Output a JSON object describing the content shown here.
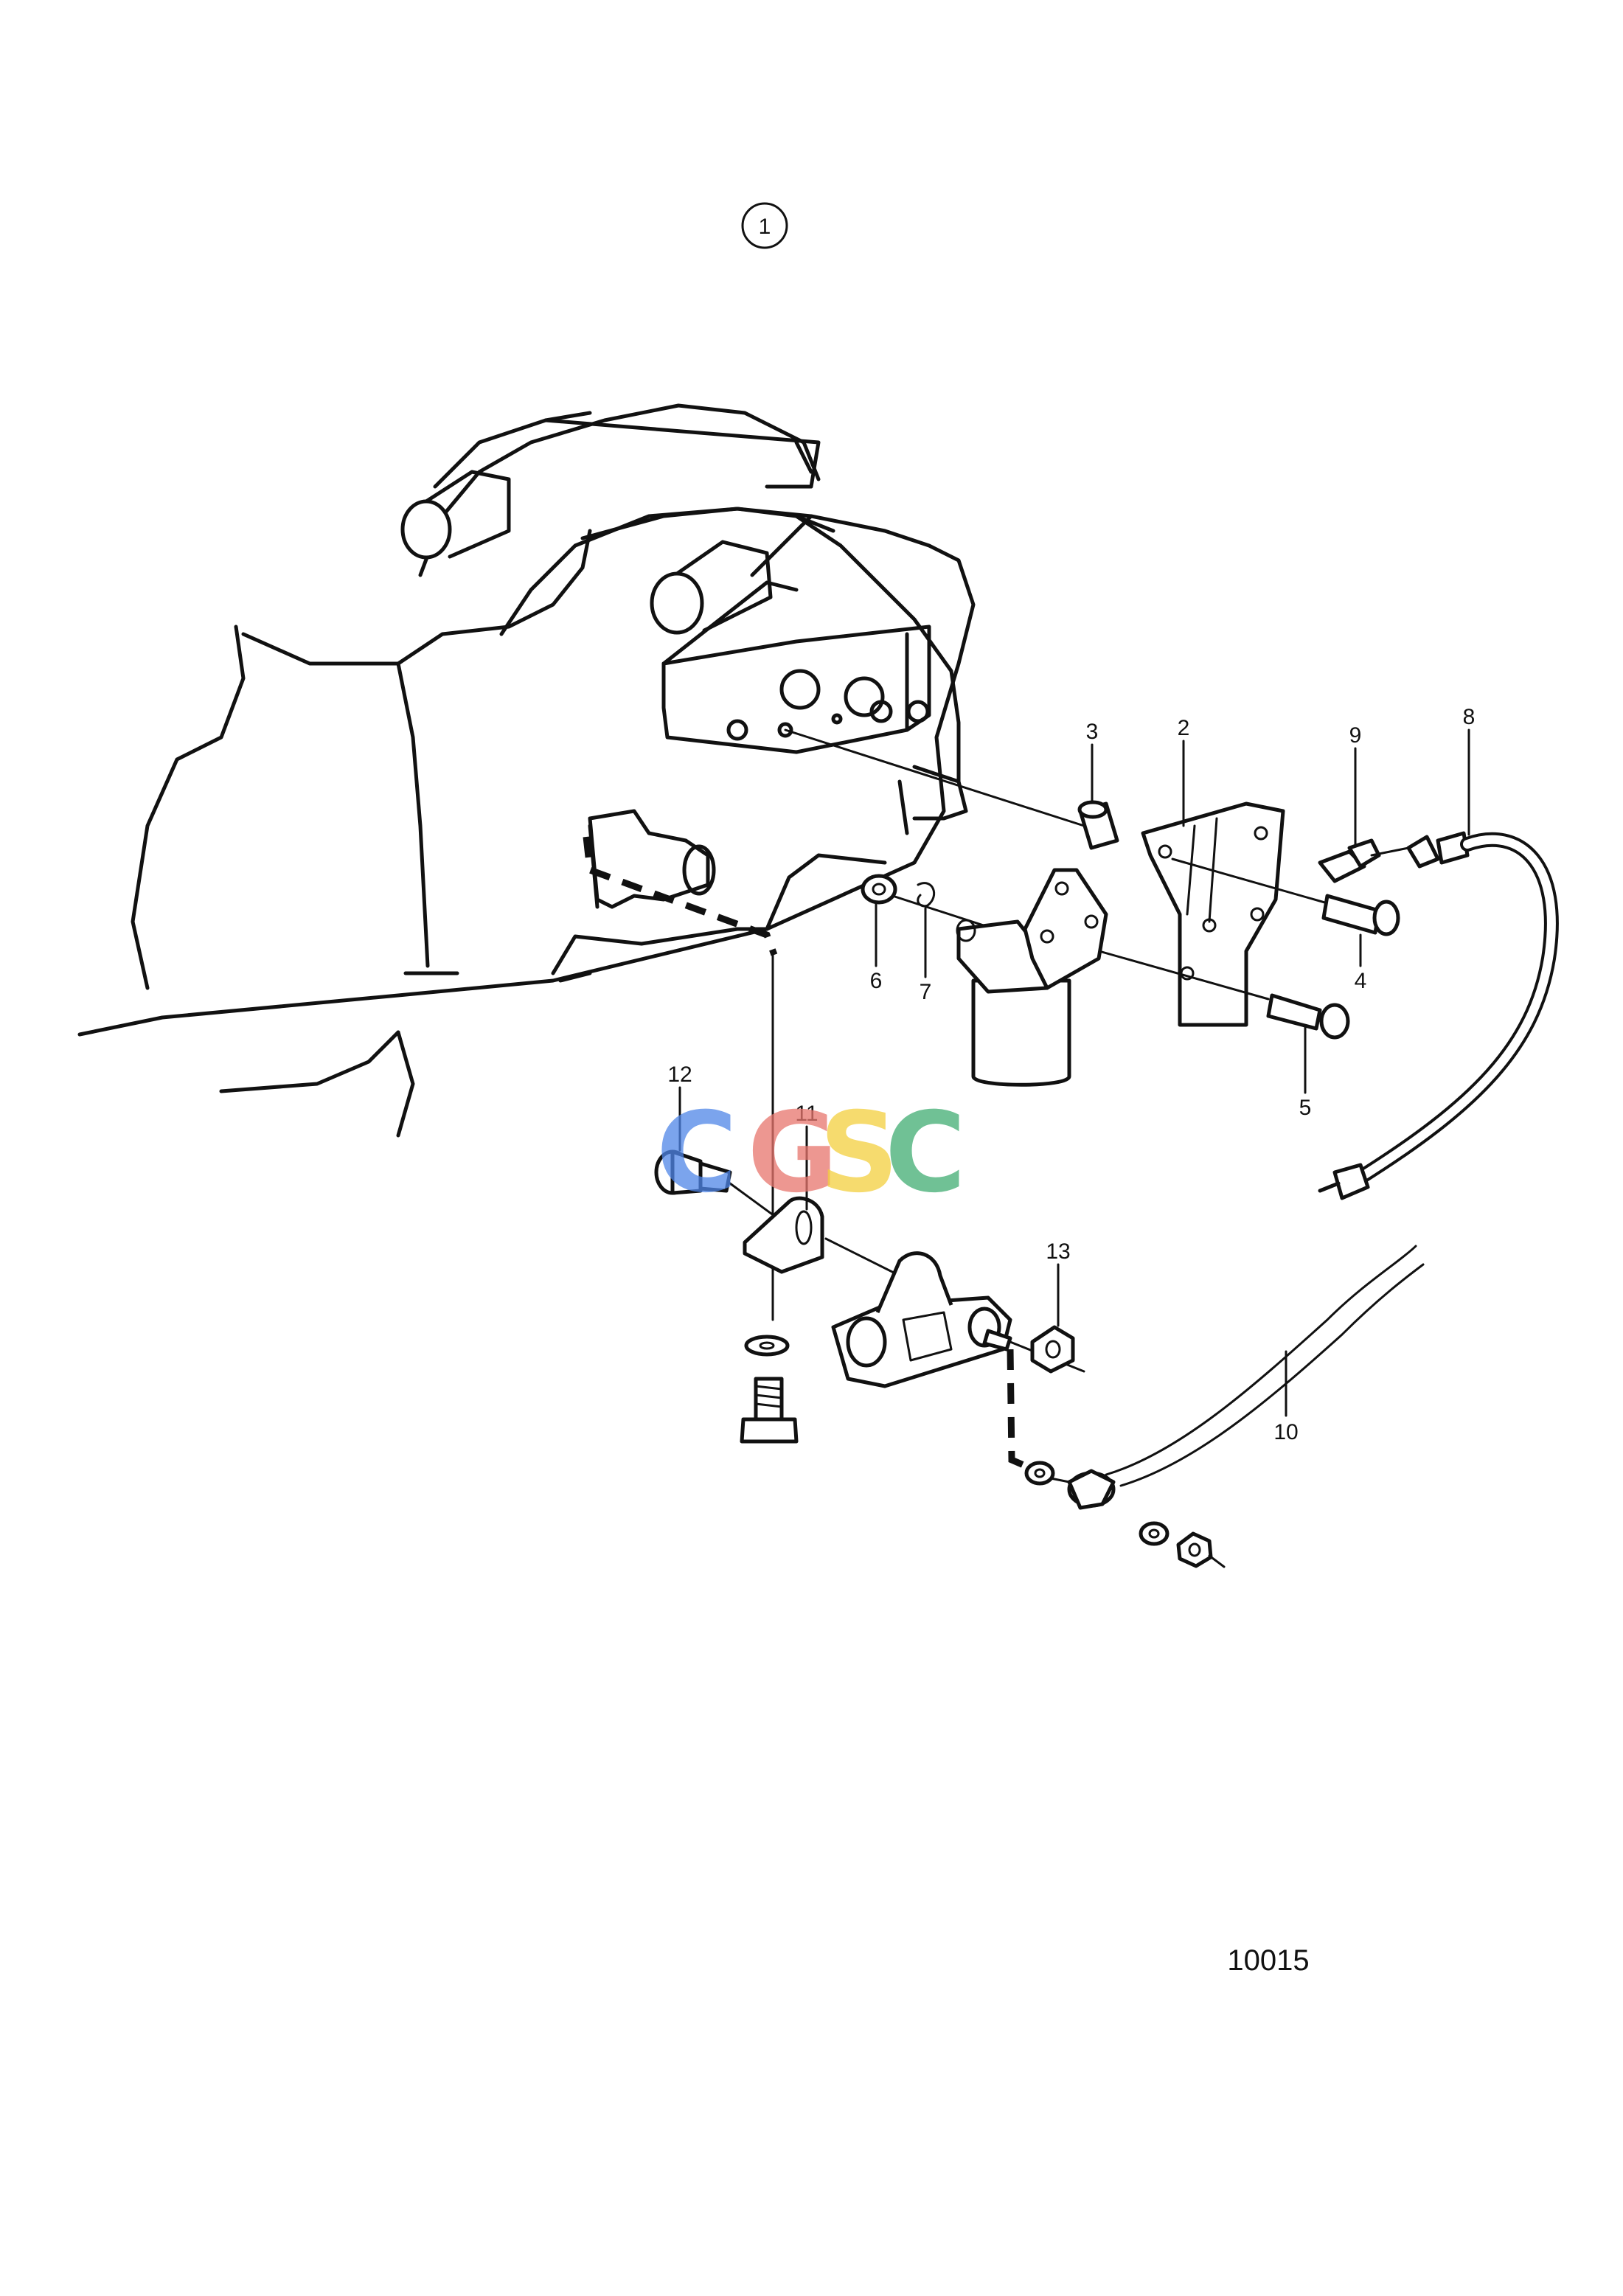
{
  "figure_number": "1",
  "drawing_code": "10015",
  "watermark": {
    "letters": [
      "C",
      "G",
      "S",
      "C"
    ],
    "colors": [
      "#4f86e8",
      "#e8756d",
      "#f3cf3e",
      "#41ad72"
    ]
  },
  "callouts": [
    "1",
    "2",
    "3",
    "4",
    "5",
    "6",
    "7",
    "8",
    "9",
    "10",
    "11",
    "12",
    "13"
  ]
}
